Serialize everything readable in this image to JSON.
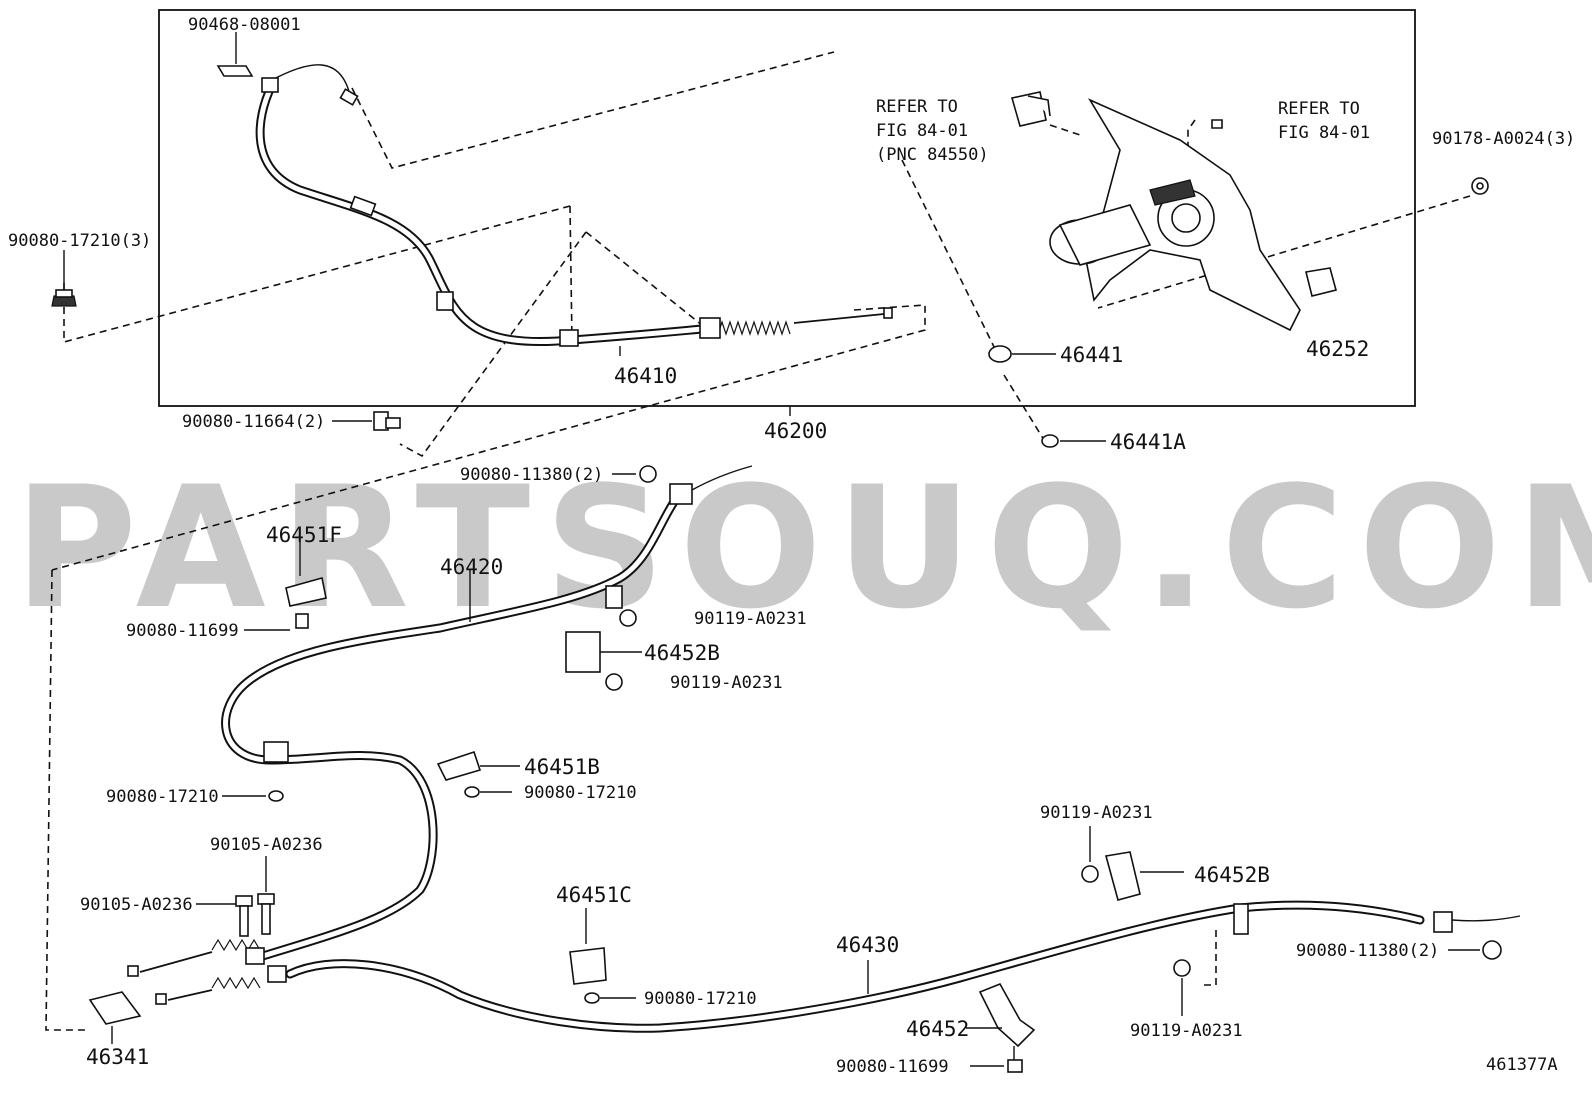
{
  "diagram": {
    "watermark": "PARTSOUQ.COM",
    "figure_id": "461377A",
    "notes": {
      "refer_left_1": "REFER TO",
      "refer_left_2": "FIG 84-01",
      "refer_left_3": "(PNC 84550)",
      "refer_right_1": "REFER TO",
      "refer_right_2": "FIG 84-01"
    },
    "labels": {
      "p90468_08001": "90468-08001",
      "p90080_17210_3": "90080-17210(3)",
      "p46410": "46410",
      "p90080_11664_2": "90080-11664(2)",
      "p46200": "46200",
      "p46441": "46441",
      "p46441A": "46441A",
      "p46252": "46252",
      "p90178_A0024_3": "90178-A0024(3)",
      "p90080_11380_2_top": "90080-11380(2)",
      "p46451F": "46451F",
      "p46420": "46420",
      "p90080_11699_top": "90080-11699",
      "p90119_A0231_a": "90119-A0231",
      "p46452B_top": "46452B",
      "p90119_A0231_b": "90119-A0231",
      "p46451B": "46451B",
      "p90080_17210_mid": "90080-17210",
      "p90080_17210_left": "90080-17210",
      "p90105_A0236_a": "90105-A0236",
      "p90105_A0236_b": "90105-A0236",
      "p46451C": "46451C",
      "p90080_17210_low": "90080-17210",
      "p46430": "46430",
      "p46341": "46341",
      "p90119_A0231_c": "90119-A0231",
      "p46452B_right": "46452B",
      "p90080_11380_2_right": "90080-11380(2)",
      "p90119_A0231_d": "90119-A0231",
      "p46452": "46452",
      "p90080_11699_bottom": "90080-11699"
    }
  }
}
